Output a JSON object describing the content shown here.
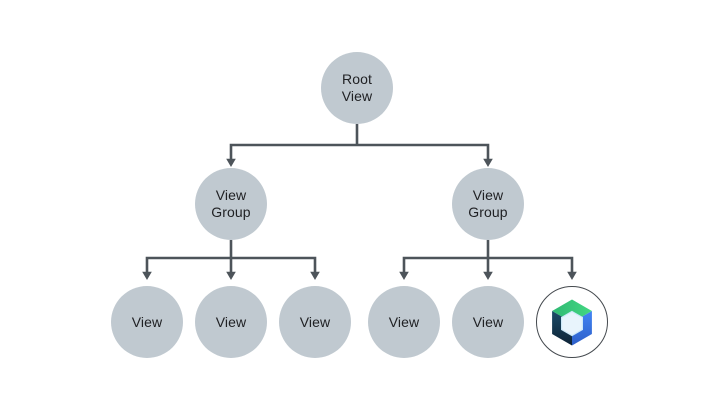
{
  "diagram": {
    "root": {
      "line1": "Root",
      "line2": "View"
    },
    "group_left": {
      "line1": "View",
      "line2": "Group"
    },
    "group_right": {
      "line1": "View",
      "line2": "Group"
    },
    "views": [
      "View",
      "View",
      "View",
      "View",
      "View"
    ],
    "compose_icon": "jetpack-compose-logo"
  },
  "colors": {
    "background": "#ffffff",
    "node_fill": "#c0c9d0",
    "node_text": "#202124",
    "line": "#4d545a",
    "compose_ring": "#44494e",
    "compose_circle_fill": "#ffffff",
    "compose_green_light": "#43d882",
    "compose_green_dark": "#2fb873",
    "compose_blue_light": "#4285f4",
    "compose_blue_dark": "#2d5fc9",
    "compose_navy_light": "#1b4c68",
    "compose_navy_dark": "#0e2336",
    "compose_hex_fill": "#e8f4fc",
    "compose_hex_edge": "#cde9f9"
  }
}
